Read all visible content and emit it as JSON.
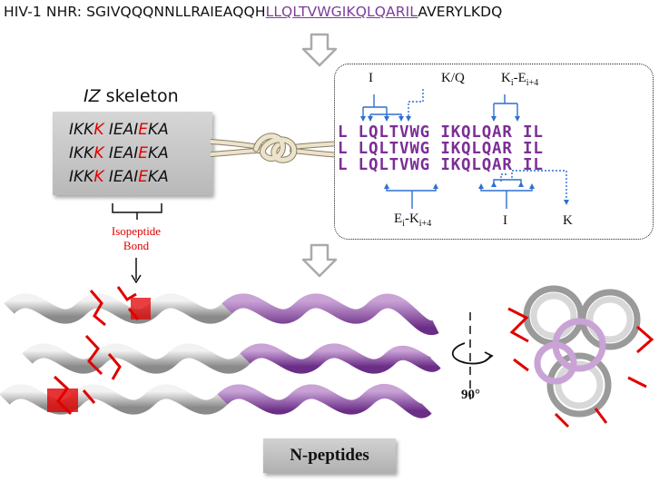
{
  "sequence": {
    "prefix": "HIV-1 NHR: SGIVQQQNNLLRAIEAQQH",
    "highlight": "LLQLTVWGIKQLQARIL",
    "suffix": "AVERYLKDQ"
  },
  "skeleton": {
    "title_italic": "IZ",
    "title_rest": " skeleton",
    "rows": [
      {
        "a": "IKK",
        "b": "K",
        "c": " IEAI",
        "d": "E",
        "e": "KA"
      },
      {
        "a": "IKK",
        "b": "K",
        "c": " IEAI",
        "d": "E",
        "e": "KA"
      },
      {
        "a": "IKK",
        "b": "K",
        "c": " IEAI",
        "d": "E",
        "e": "KA"
      }
    ]
  },
  "isopeptide": {
    "line1": "Isopeptide",
    "line2": "Bond"
  },
  "motif": {
    "rows": [
      "L LQLTVWG IKQLQAR IL",
      "L LQLTVWG IKQLQAR IL",
      "L LQLTVWG IKQLQAR IL"
    ],
    "top_labels": {
      "i1": "I",
      "kq": "K/Q",
      "ke_base": "K",
      "ke_sub1": "i",
      "ke_mid": "-E",
      "ke_sub2": "i+4"
    },
    "bottom_labels": {
      "ek_base": "E",
      "ek_sub1": "i",
      "ek_mid": "-K",
      "ek_sub2": "i+4",
      "i2": "I",
      "k": "K"
    }
  },
  "rotation_label": "90°",
  "bottom_box": "N-peptides",
  "colors": {
    "purple": "#7b2f96",
    "red": "#e00000",
    "arrow_blue": "#2f6fd0",
    "helix_gray": "#b8b8b8"
  }
}
